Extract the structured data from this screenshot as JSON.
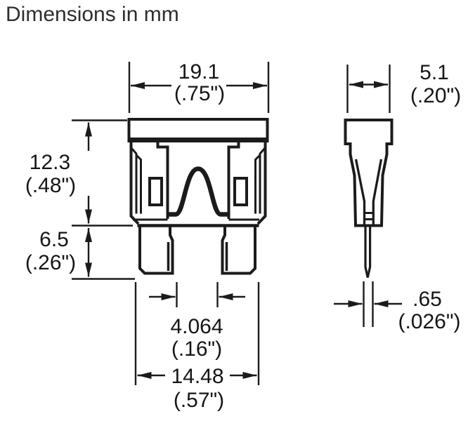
{
  "title": "Dimensions in mm",
  "ink_color": "#1b1b1b",
  "dimensions": {
    "fuse_width": {
      "mm": "19.1",
      "inch": "(.75\")"
    },
    "fuse_thickness": {
      "mm": "5.1",
      "inch": "(.20\")"
    },
    "body_height": {
      "mm": "12.3",
      "inch": "(.48\")"
    },
    "blade_length": {
      "mm": "6.5",
      "inch": "(.26\")"
    },
    "blade_gap": {
      "mm": "4.064",
      "inch": "(.16\")"
    },
    "blade_span": {
      "mm": "14.48",
      "inch": "(.57\")"
    },
    "blade_thickness": {
      "mm": ".65",
      "inch": "(.026\")"
    }
  }
}
